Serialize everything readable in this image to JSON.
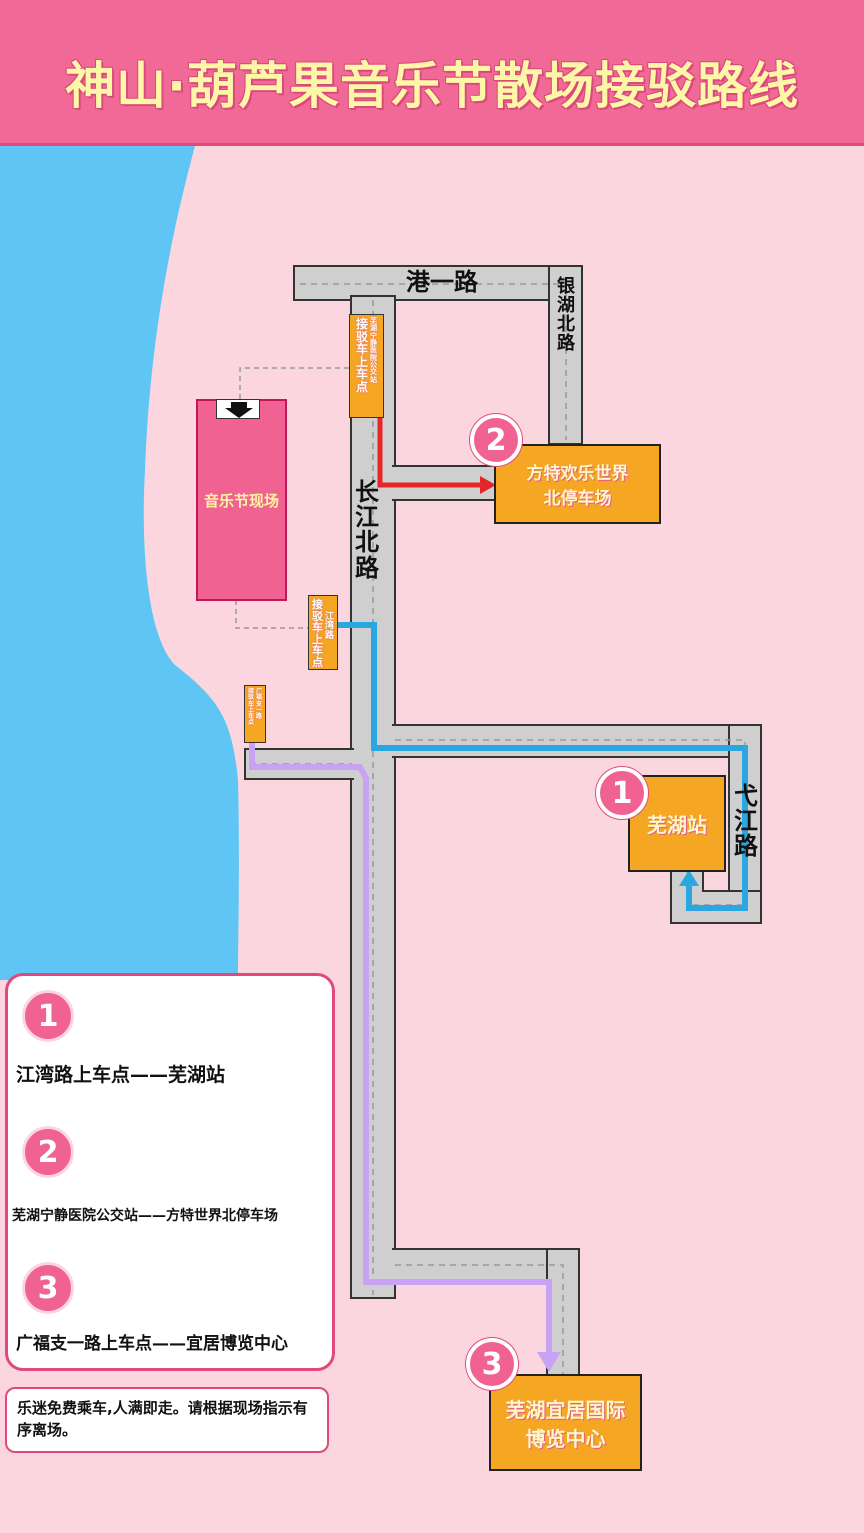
{
  "header": {
    "title": "神山·葫芦果音乐节散场接驳路线"
  },
  "roads": {
    "gangyi": "港一路",
    "yinhu": "银湖北路",
    "changjiang": "长江北路",
    "yijiang": "弋江路"
  },
  "venue": {
    "label": "音乐节现场"
  },
  "pickup_points": {
    "hospital": {
      "label": "接驳车上车点",
      "sub": "芜湖宁静医院公交站"
    },
    "jiangwan": {
      "label": "接驳车上车点",
      "sub": "江湾路"
    },
    "guangfu": {
      "label": "接驳车上车点",
      "sub": "广福支一路"
    }
  },
  "destinations": [
    {
      "number": "1",
      "label": "芜湖站"
    },
    {
      "number": "2",
      "label": "方特欢乐世界北停车场"
    },
    {
      "number": "3",
      "label": "芜湖宜居国际博览中心"
    }
  ],
  "destination_lines": {
    "d2_line1": "方特欢乐世界",
    "d2_line2": "北停车场",
    "d3_line1": "芜湖宜居国际",
    "d3_line2": "博览中心"
  },
  "route_colors": {
    "route1": "#2aa7e0",
    "route2": "#e52629",
    "route3": "#c8a2f5"
  },
  "legend": {
    "items": [
      {
        "number": "1",
        "text": "江湾路上车点——芜湖站"
      },
      {
        "number": "2",
        "text": "芜湖宁静医院公交站——方特世界北停车场"
      },
      {
        "number": "3",
        "text": "广福支一路上车点——宜居博览中心"
      }
    ]
  },
  "note": {
    "text": "乐迷免费乘车,人满即走。请根据现场指示有序离场。"
  }
}
